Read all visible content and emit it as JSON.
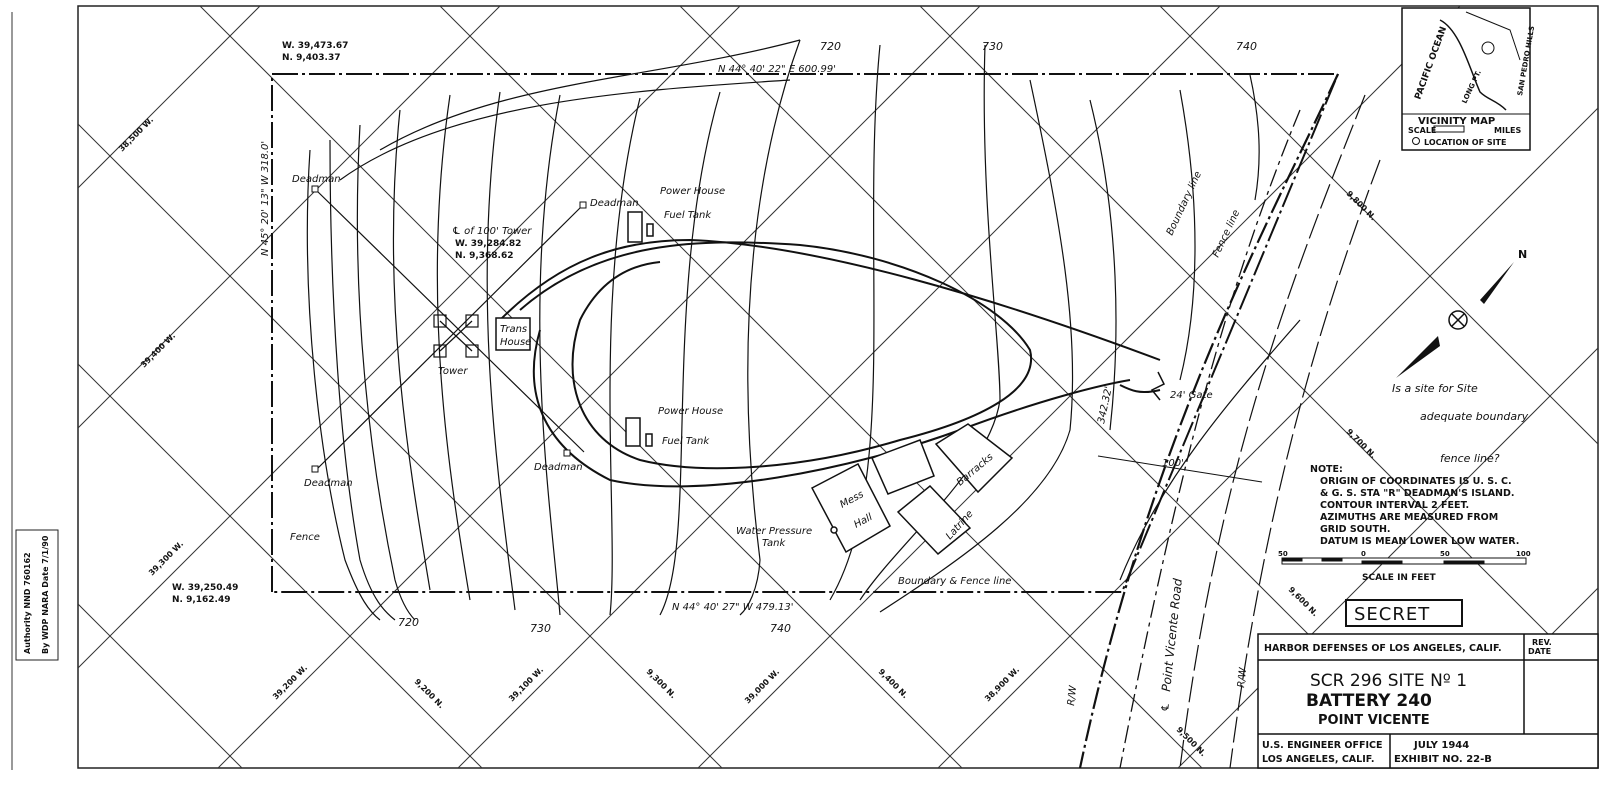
{
  "coordinates": {
    "nw_corner": [
      "W. 39,473.67",
      "N. 9,403.37"
    ],
    "sw_corner": [
      "W. 39,250.49",
      "N. 9,162.49"
    ],
    "tower_center": [
      "W. 39,284.82",
      "N. 9,368.62"
    ]
  },
  "bearings": {
    "north_edge": "N 44° 40' 22\" E   600.99'",
    "west_edge": "N 45° 20' 13\" W  318.0'",
    "south_edge": "N 44° 40' 27\" W  479.13'",
    "east_edge": "342.32'",
    "offset": "100'"
  },
  "grid_labels": {
    "left": [
      "38,500 W.",
      "39,400 W.",
      "39,300 W."
    ],
    "bottom": [
      "39,200 W.",
      "9,200 N.",
      "39,100 W.",
      "9,300 N.",
      "39,000 W.",
      "9,400 N.",
      "38,900 W.",
      "9,500 N."
    ],
    "right": [
      "9,800 N.",
      "9,700 N.",
      "9,600 N."
    ]
  },
  "contour_labels": [
    "720",
    "730",
    "740",
    "720",
    "730",
    "740"
  ],
  "features": {
    "deadman_nw": "Deadman",
    "deadman_sw": "Deadman",
    "deadman_mid": "Deadman",
    "deadman_ne": "Deadman",
    "tower_center_label": "℄ of 100' Tower",
    "tower": "Tower",
    "trans_house": [
      "Trans",
      "House"
    ],
    "power_house_1": "Power House",
    "fuel_tank_1": "Fuel Tank",
    "power_house_2": "Power House",
    "fuel_tank_2": "Fuel Tank",
    "mess_hall": [
      "Mess",
      "Hall"
    ],
    "barracks": "Barracks",
    "latrine": "Latrine",
    "water_tank": [
      "Water Pressure",
      "Tank"
    ],
    "fence": "Fence",
    "boundary_fence": "Boundary & Fence line",
    "boundary_line": "Boundary line",
    "fence_line": "Fence line",
    "gate": "24' Gate",
    "road": "Point Vicente Road",
    "road_cl": "℄",
    "rw_1": "R/W",
    "rw_2": "R/W"
  },
  "vicinity_map": {
    "ocean": "PACIFIC OCEAN",
    "long_pt": "LONG PT.",
    "hills": "SAN PEDRO HILLS",
    "title": "VICINITY MAP",
    "scale": "SCALE",
    "scale_units": "MILES",
    "location": "LOCATION OF SITE"
  },
  "north_arrow": "N",
  "note": {
    "heading": "NOTE:",
    "lines": [
      "ORIGIN OF COORDINATES IS U. S. C.",
      "& G. S. STA \"R\" DEADMAN'S ISLAND.",
      "CONTOUR INTERVAL 2 FEET.",
      "AZIMUTHS ARE MEASURED FROM",
      "GRID SOUTH.",
      "DATUM IS MEAN LOWER LOW WATER."
    ]
  },
  "scale_bar": {
    "ticks": [
      "50",
      "0",
      "50",
      "100"
    ],
    "label": "SCALE IN FEET"
  },
  "secret": "SECRET",
  "title_block": {
    "org": "HARBOR DEFENSES OF LOS ANGELES, CALIF.",
    "rev": [
      "REV.",
      "DATE"
    ],
    "line1": "SCR 296  SITE Nº 1",
    "line2": "BATTERY 240",
    "line3": "POINT  VICENTE",
    "office": [
      "U.S. ENGINEER OFFICE",
      "LOS ANGELES, CALIF."
    ],
    "date": "JULY 1944",
    "exhibit": "EXHIBIT NO.  22-B"
  },
  "stamp": [
    "Authority NND 760162",
    "By WDP  NARA Date 7/1/90"
  ],
  "handwriting": [
    "Is a site for Site",
    "adequate boundary",
    "fence line?"
  ]
}
